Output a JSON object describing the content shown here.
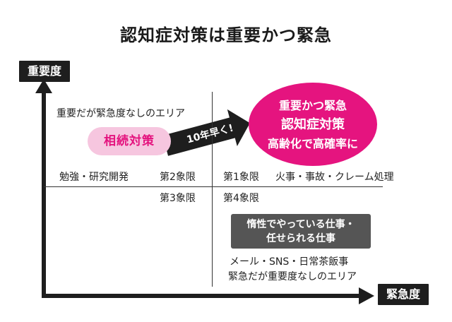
{
  "title": "認知症対策は重要かつ緊急",
  "axes": {
    "y_label": "重要度",
    "x_label": "緊急度"
  },
  "quadrant2": {
    "area_label": "重要だが緊急度なしのエリア",
    "pill_label": "相続対策",
    "example": "勉強・研究開発",
    "name": "第2象限"
  },
  "quadrant1": {
    "name": "第1象限",
    "example": "火事・事故・クレーム処理",
    "callout_lines": [
      "重要かつ緊急",
      "認知症対策",
      "高齢化で高確率に"
    ]
  },
  "quadrant3": {
    "name": "第3象限"
  },
  "quadrant4": {
    "name": "第4象限",
    "box_lines": [
      "惰性でやっている仕事・",
      "任せられる仕事"
    ],
    "example": "メール・SNS・日常茶飯事",
    "area_label": "緊急だが重要度なしのエリア"
  },
  "arrow_label": "10年早く!",
  "colors": {
    "magenta": "#e5147f",
    "pink_light": "#f6c6df",
    "pink_text": "#e4127e",
    "dark": "#1e1e1e",
    "grey_box": "#555555"
  }
}
